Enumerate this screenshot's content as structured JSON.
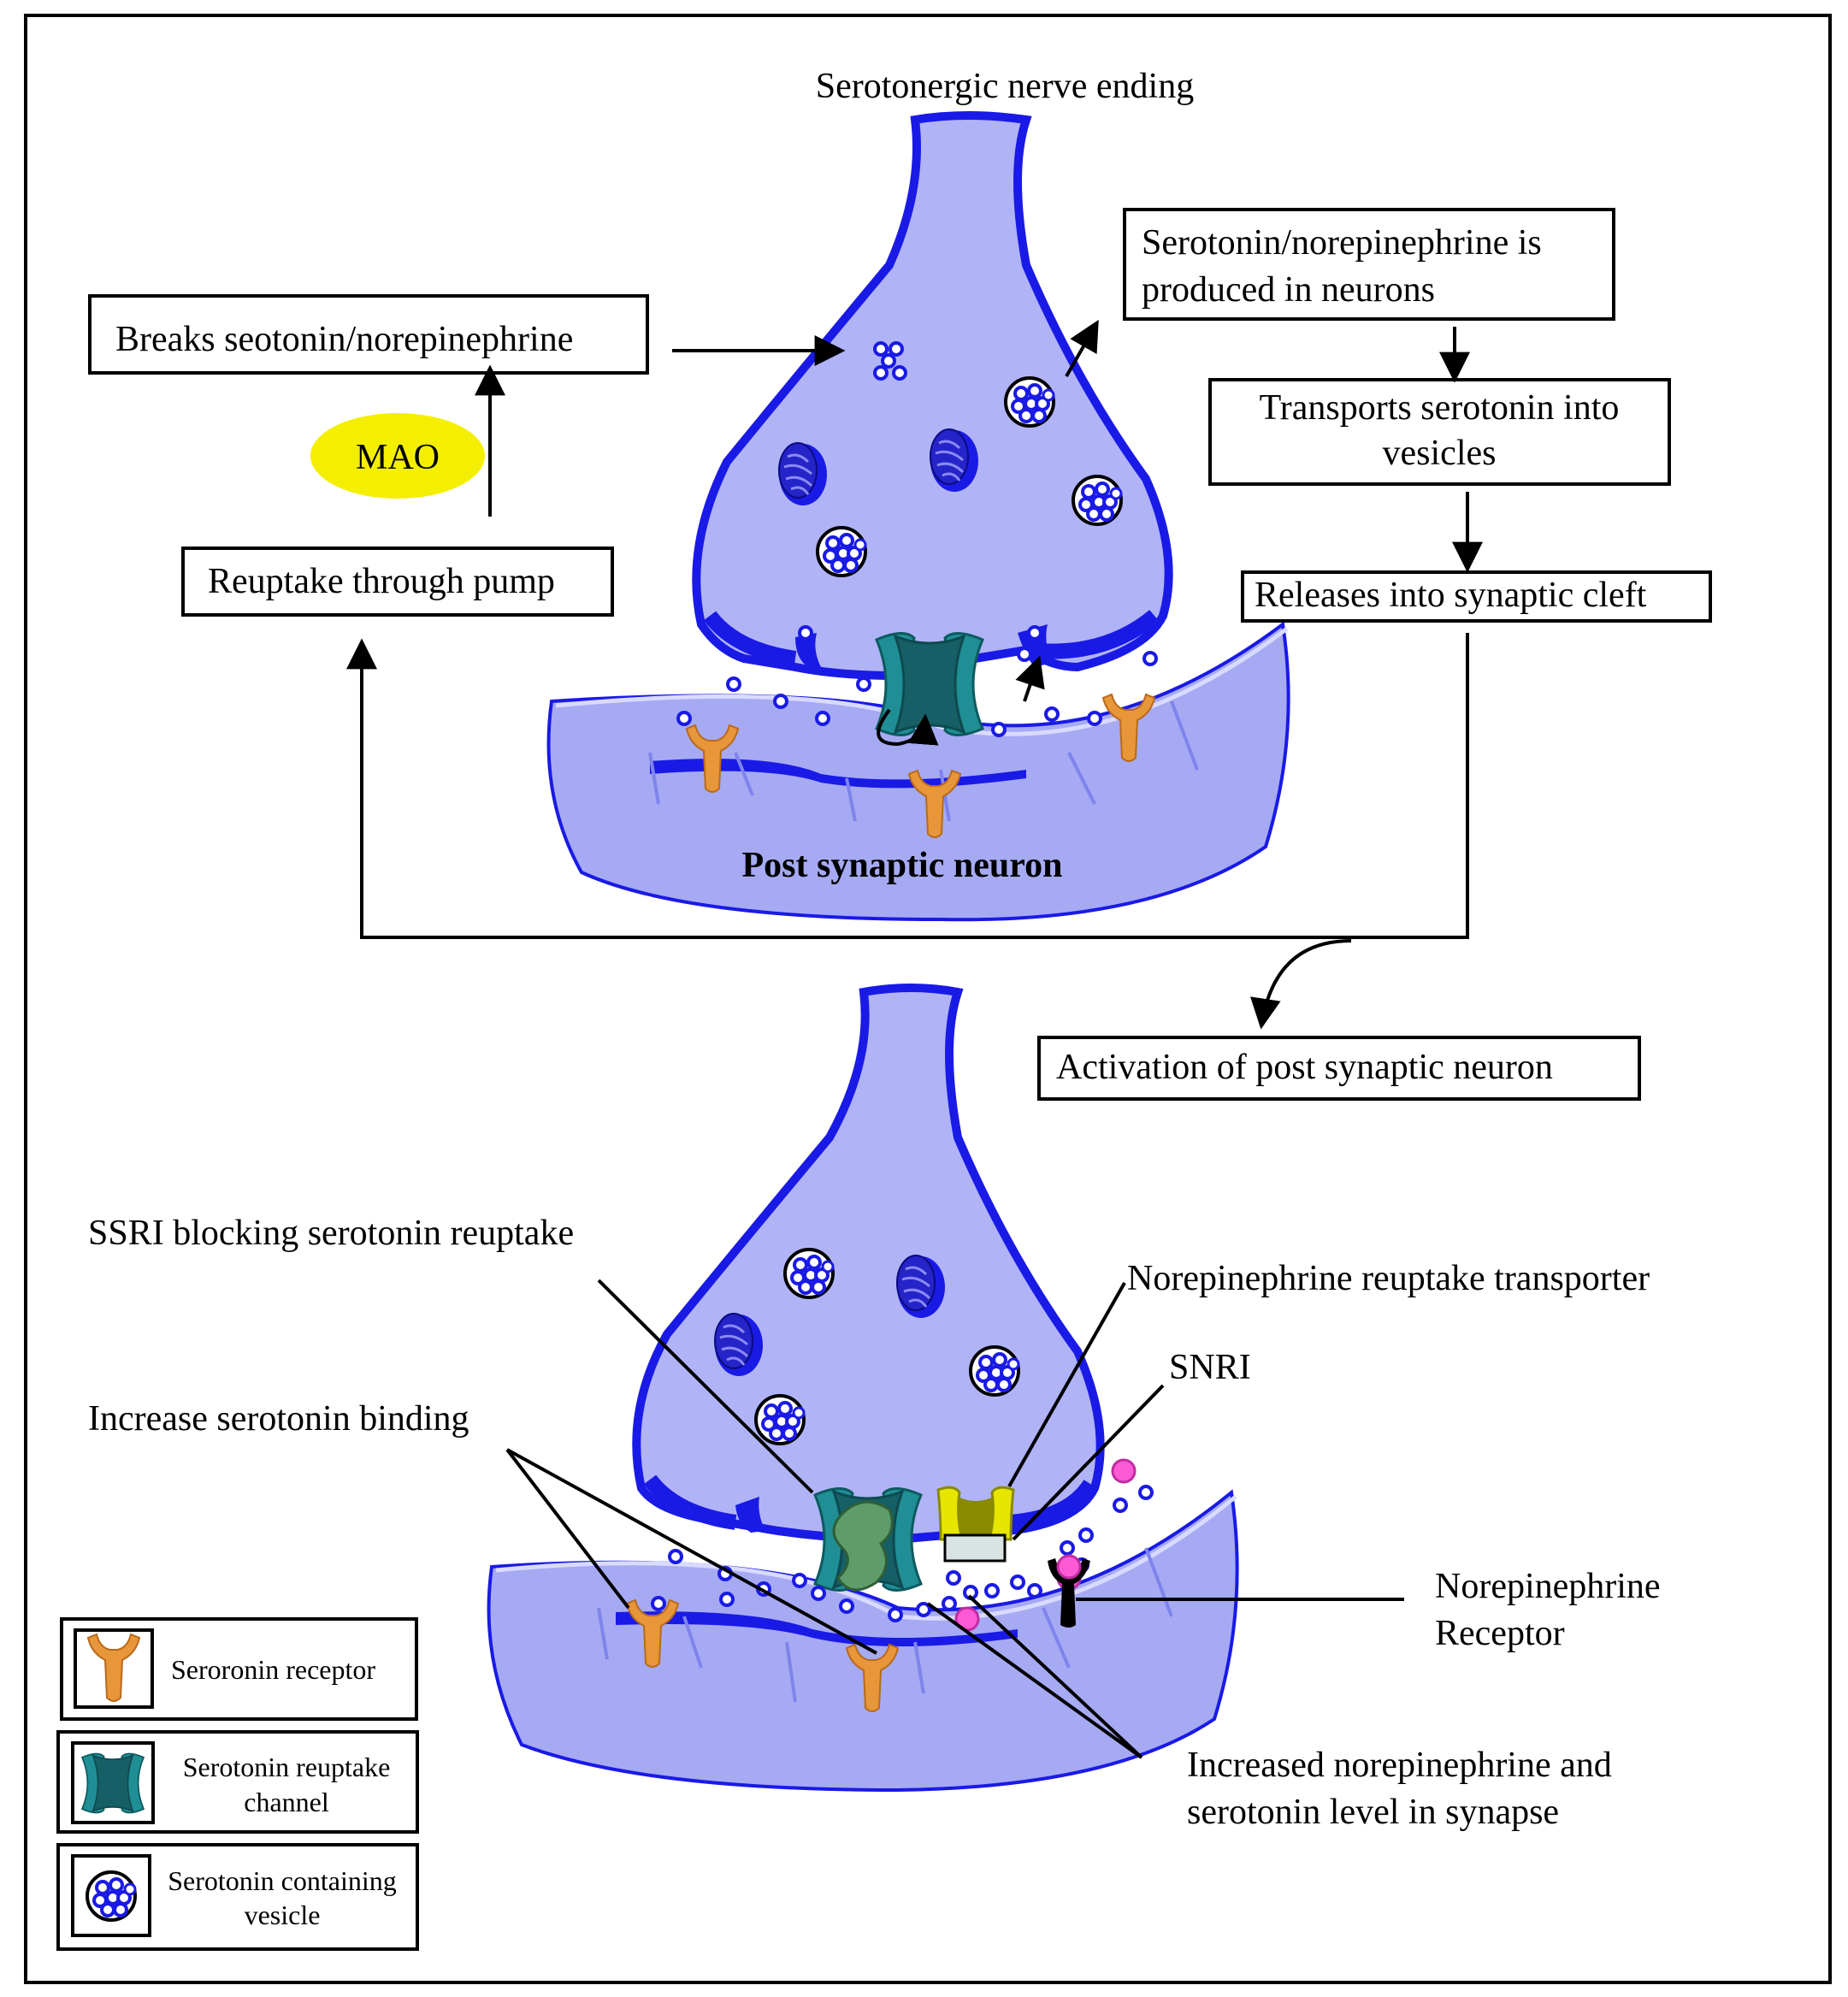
{
  "labels": {
    "top_title": "Serotonergic nerve ending",
    "breaks": "Breaks seotonin/norepinephrine",
    "mao": "MAO",
    "reuptake_pump": "Reuptake through pump",
    "produced_line1": "Serotonin/norepinephrine is",
    "produced_line2": "produced in neurons",
    "transports_line1": "Transports serotonin into",
    "transports_line2": "vesicles",
    "releases": "Releases into synaptic cleft",
    "post_synaptic": "Post synaptic neuron",
    "activation": "Activation of post synaptic neuron",
    "ssri_blocking": "SSRI blocking serotonin reuptake",
    "ne_transporter": "Norepinephrine reuptake transporter",
    "snri": "SNRI",
    "increase_binding": "Increase serotonin binding",
    "ne_receptor_line1": "Norepinephrine",
    "ne_receptor_line2": "Receptor",
    "increased_line1": "Increased norepinephrine and",
    "increased_line2": "serotonin level in synapse"
  },
  "legend": {
    "receptor": "Seroronin receptor",
    "channel_line1": "Serotonin reuptake",
    "channel_line2": "channel",
    "vesicle_line1": "Serotonin containing",
    "vesicle_line2": "vesicle"
  },
  "colors": {
    "neuron_fill": "#b0b4f7",
    "neuron_dark": "#1a1ae6",
    "post_fill": "#a6aaf3",
    "post_edge": "#7f84ec",
    "receptor": "#e8963a",
    "channel": "#1f8f95",
    "ssri": "#5e9c6a",
    "ne_transporter": "#e6e600",
    "mao": "#f4ef00",
    "ne_molecule": "#ff5ad6"
  }
}
